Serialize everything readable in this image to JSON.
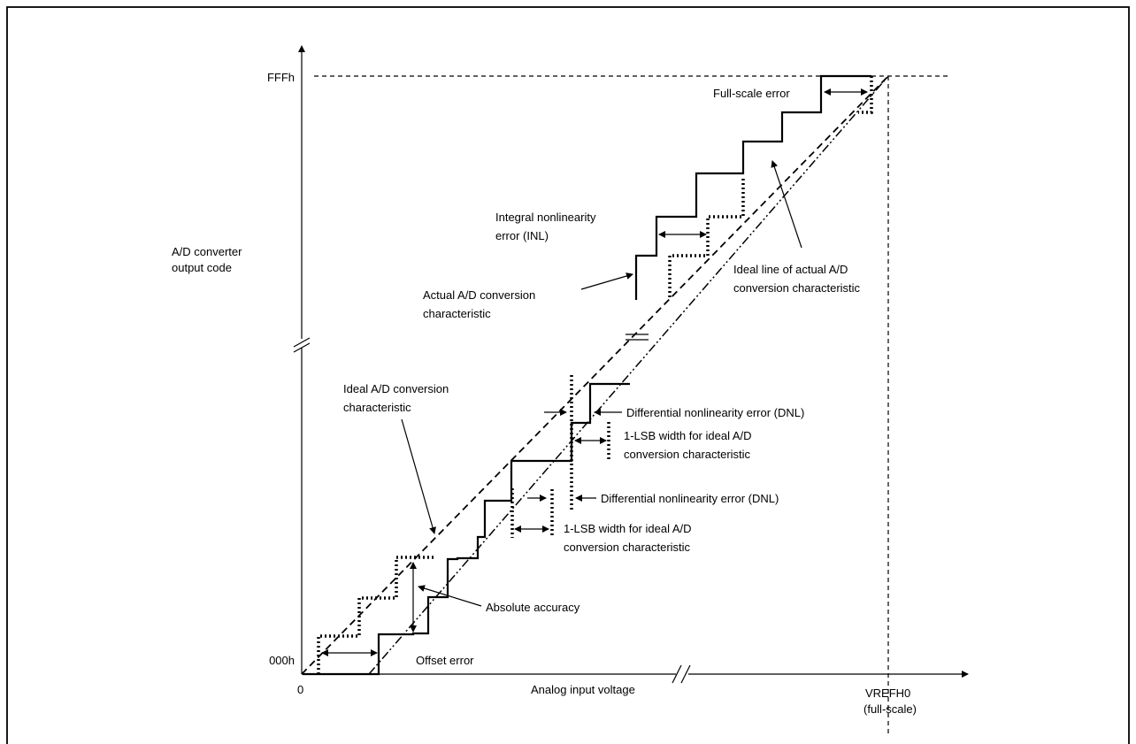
{
  "axes": {
    "y_label_line1": "A/D converter",
    "y_label_line2": "output code",
    "x_label": "Analog input voltage",
    "y_top_tick": "FFFh",
    "y_bottom_tick": "000h",
    "x_origin": "0",
    "x_end_line1": "VREFH0",
    "x_end_line2": "(full-scale)"
  },
  "labels": {
    "full_scale_error": "Full-scale error",
    "inl_line1": "Integral nonlinearity",
    "inl_line2": "error (INL)",
    "actual_line1": "Actual A/D conversion",
    "actual_line2": "characteristic",
    "ideal_actual_line1": "Ideal line of actual A/D",
    "ideal_actual_line2": "conversion characteristic",
    "ideal_line1": "Ideal A/D conversion",
    "ideal_line2": "characteristic",
    "dnl_upper": "Differential nonlinearity error (DNL)",
    "lsb_upper_line1": "1-LSB width for ideal A/D",
    "lsb_upper_line2": "conversion characteristic",
    "dnl_lower": "Differential nonlinearity error (DNL)",
    "lsb_lower_line1": "1-LSB width for ideal A/D",
    "lsb_lower_line2": "conversion characteristic",
    "absolute_accuracy": "Absolute accuracy",
    "offset_error": "Offset error"
  }
}
